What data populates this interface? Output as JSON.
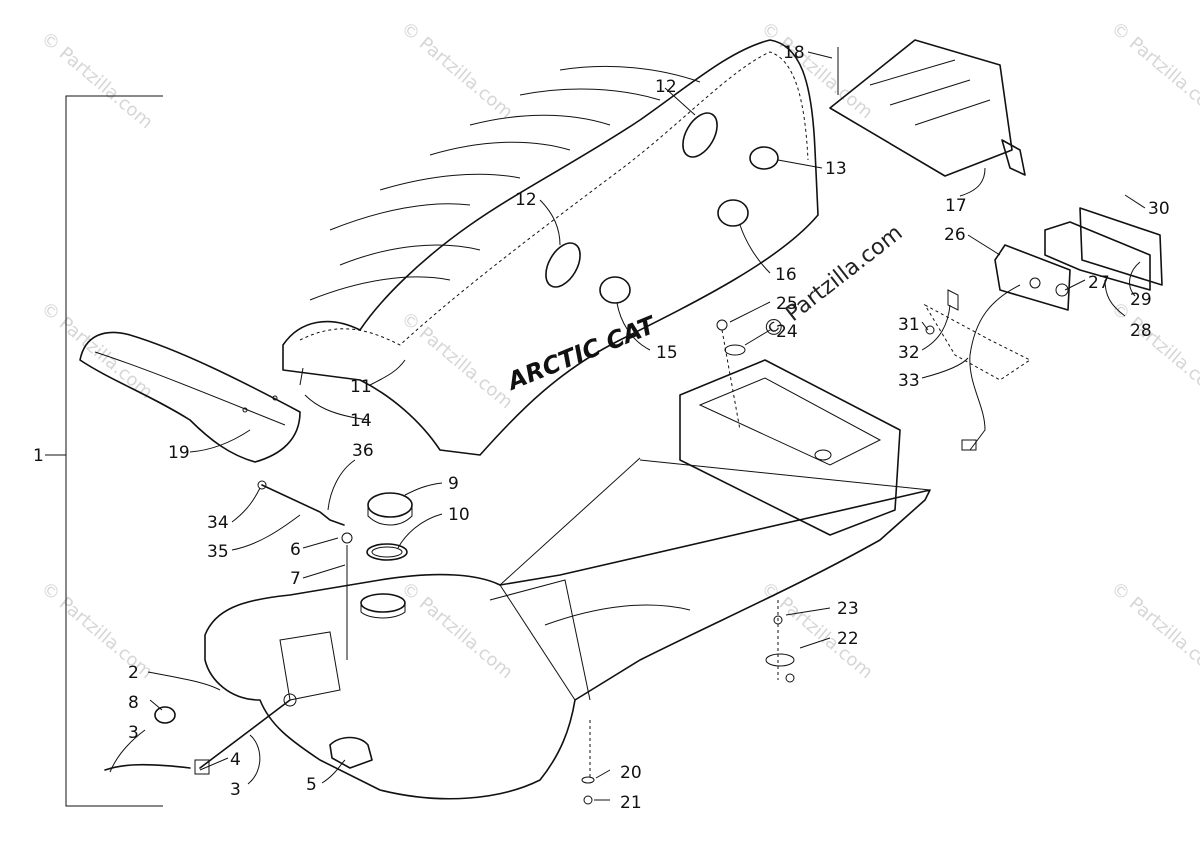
{
  "diagram": {
    "brand_text": "ARCTIC CAT",
    "watermark_text": "© Partzilla.com",
    "callouts": {
      "c1": "1",
      "c2": "2",
      "c3a": "3",
      "c3b": "3",
      "c4": "4",
      "c5": "5",
      "c6": "6",
      "c7": "7",
      "c8": "8",
      "c9": "9",
      "c10": "10",
      "c11": "11",
      "c12a": "12",
      "c12b": "12",
      "c13": "13",
      "c14": "14",
      "c15": "15",
      "c16": "16",
      "c17": "17",
      "c18": "18",
      "c19": "19",
      "c20": "20",
      "c21": "21",
      "c22": "22",
      "c23": "23",
      "c24": "24",
      "c25": "25",
      "c26": "26",
      "c27": "27",
      "c28": "28",
      "c29": "29",
      "c30": "30",
      "c31": "31",
      "c32": "32",
      "c33": "33",
      "c34": "34",
      "c35": "35",
      "c36": "36"
    }
  }
}
